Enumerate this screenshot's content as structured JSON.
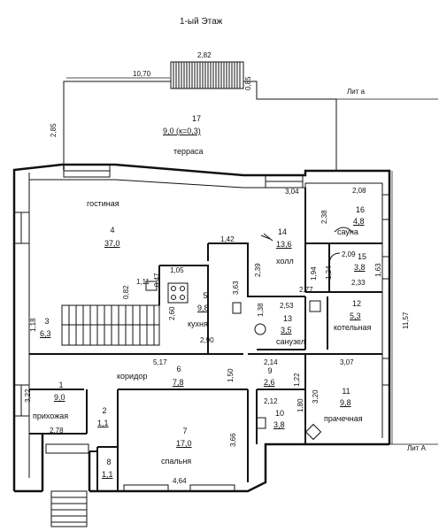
{
  "title": "1-ый Этаж",
  "markers": {
    "lit_a_top": "Лит а",
    "lit_a_bottom": "Лит А"
  },
  "dimensions": {
    "d282": "2,82",
    "d1070": "10,70",
    "d085": "0,85",
    "d285": "2,85",
    "d304": "3,04",
    "d208": "2,08",
    "d238": "2,38",
    "d142": "1,42",
    "d239": "2,39",
    "d194": "1,94",
    "d209": "2,09",
    "d124": "1,24",
    "d233": "2,33",
    "d163": "1,63",
    "d105": "1,05",
    "d111": "1,11",
    "d047": "0,47",
    "d082": "0,82",
    "d363": "3,63",
    "d277": "2,77",
    "d253": "2,53",
    "d138": "1,38",
    "d260": "2,60",
    "d290": "2,90",
    "d118": "1,18",
    "d517": "5,17",
    "d150": "1,50",
    "d214": "2,14",
    "d307": "3,07",
    "d1157": "11,57",
    "d322": "3,22",
    "d122": "1,22",
    "d320": "3,20",
    "d212": "2,12",
    "d180": "1,80",
    "d278": "2,78",
    "d366": "3,66",
    "d464": "4,64"
  },
  "rooms": [
    {
      "no": "17",
      "area": "9,0 (к=0,3)",
      "name": "терраса"
    },
    {
      "no": "4",
      "area": "37,0",
      "name": "гостиная"
    },
    {
      "no": "14",
      "area": "13,6",
      "name": "холл"
    },
    {
      "no": "16",
      "area": "4,8",
      "name": "сауна"
    },
    {
      "no": "15",
      "area": "3,8",
      "name": ""
    },
    {
      "no": "5",
      "area": "9,8",
      "name": "кухня"
    },
    {
      "no": "13",
      "area": "3,5",
      "name": "санузел"
    },
    {
      "no": "12",
      "area": "5,3",
      "name": "котельная"
    },
    {
      "no": "3",
      "area": "6,3",
      "name": ""
    },
    {
      "no": "6",
      "area": "7,8",
      "name": "коридор"
    },
    {
      "no": "9",
      "area": "2,6",
      "name": ""
    },
    {
      "no": "1",
      "area": "9,0",
      "name": "прихожая"
    },
    {
      "no": "2",
      "area": "1,1",
      "name": ""
    },
    {
      "no": "7",
      "area": "17,0",
      "name": "спальня"
    },
    {
      "no": "10",
      "area": "3,8",
      "name": ""
    },
    {
      "no": "11",
      "area": "9,8",
      "name": "прачечная"
    },
    {
      "no": "8",
      "area": "1,1",
      "name": ""
    }
  ]
}
